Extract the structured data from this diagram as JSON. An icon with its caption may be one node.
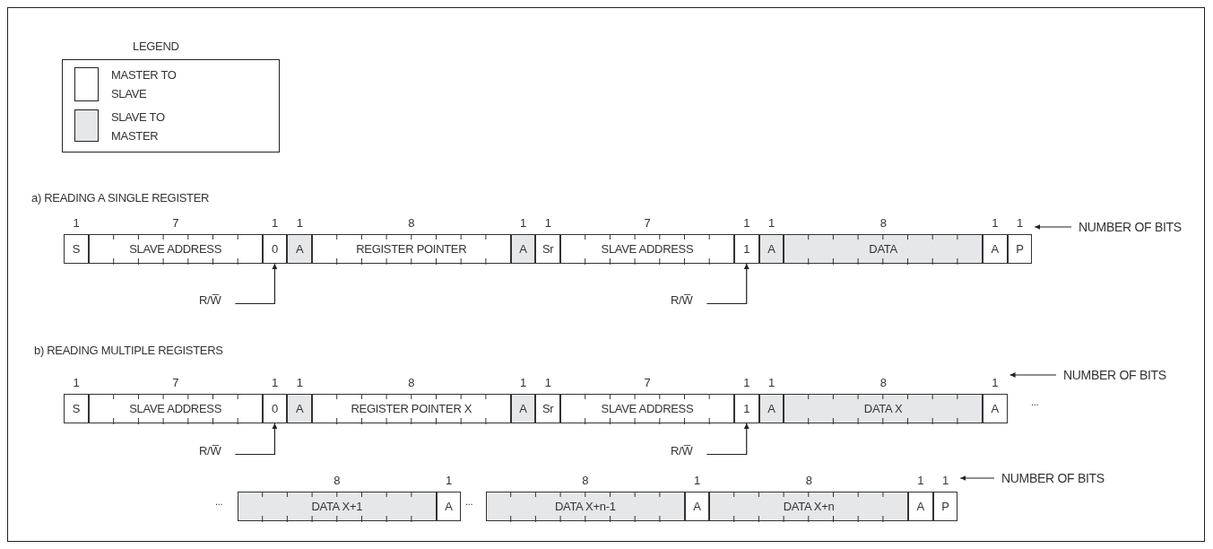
{
  "diagram": {
    "nodes": [
      {
        "text": [
          "S"
        ],
        "beside": [
          "1"
        ]
      },
      {
        "text": [
          "SLAVE ADDRESS"
        ],
        "beside": [
          "7"
        ]
      },
      {
        "text": [
          "0"
        ],
        "beside": [
          "1"
        ]
      },
      {
        "text": [
          "A"
        ],
        "beside": [
          "1"
        ]
      },
      {
        "text": [
          "REGISTER POINTER"
        ],
        "beside": [
          "8"
        ]
      },
      {
        "text": [
          "A"
        ],
        "beside": [
          "1"
        ]
      },
      {
        "text": [
          "Sr"
        ],
        "beside": [
          "1"
        ]
      },
      {
        "text": [
          "SLAVE ADDRESS"
        ],
        "beside": [
          "7"
        ]
      },
      {
        "text": [
          "1"
        ],
        "beside": [
          "1"
        ]
      },
      {
        "text": [
          "A"
        ],
        "beside": [
          "1"
        ]
      },
      {
        "text": [
          "DATA"
        ],
        "beside": [
          "8"
        ]
      },
      {
        "text": [
          "A"
        ],
        "beside": [
          "1"
        ]
      },
      {
        "text": [
          "P"
        ],
        "beside": [
          "1"
        ]
      },
      {
        "text": [
          "NUMBER OF BITS"
        ]
      },
      {
        "text": [
          "R/W̅"
        ]
      },
      {
        "text": [
          "R/W̅"
        ]
      },
      {
        "text": [
          "S"
        ],
        "beside": [
          "1"
        ]
      },
      {
        "text": [
          "SLAVE ADDRESS"
        ],
        "beside": [
          "7"
        ]
      },
      {
        "text": [
          "0"
        ],
        "beside": [
          "1"
        ]
      },
      {
        "text": [
          "A"
        ],
        "beside": [
          "1"
        ]
      },
      {
        "text": [
          "REGISTER POINTER X"
        ],
        "beside": [
          "8"
        ]
      },
      {
        "text": [
          "A"
        ],
        "beside": [
          "1"
        ]
      },
      {
        "text": [
          "Sr"
        ],
        "beside": [
          "1"
        ]
      },
      {
        "text": [
          "SLAVE ADDRESS"
        ],
        "beside": [
          "7"
        ]
      },
      {
        "text": [
          "1"
        ],
        "beside": [
          "1"
        ]
      },
      {
        "text": [
          "A"
        ],
        "beside": [
          "1"
        ]
      },
      {
        "text": [
          "DATA X"
        ],
        "beside": [
          "8"
        ]
      },
      {
        "text": [
          "A"
        ],
        "beside": [
          "1"
        ]
      },
      {
        "text": [
          "NUMBER OF BITS"
        ]
      },
      {
        "text": [
          "R/W̅"
        ]
      },
      {
        "text": [
          "R/W̅"
        ]
      },
      {
        "text": [
          "DATA X+1"
        ],
        "beside": [
          "8"
        ]
      },
      {
        "text": [
          "A"
        ],
        "beside": [
          "1"
        ]
      },
      {
        "text": [
          "DATA X+n-1"
        ],
        "beside": [
          "8"
        ]
      },
      {
        "text": [
          "A"
        ],
        "beside": [
          "1"
        ]
      },
      {
        "text": [
          "DATA X+n"
        ],
        "beside": [
          "8"
        ]
      },
      {
        "text": [
          "A"
        ],
        "beside": [
          "1"
        ]
      },
      {
        "text": [
          "P"
        ],
        "beside": [
          "1"
        ]
      },
      {
        "text": [
          "NUMBER OF BITS"
        ]
      }
    ],
    "edges": [
      {
        "from": 14,
        "to": 2,
        "arrow": "to"
      },
      {
        "from": 15,
        "to": 8,
        "arrow": "to"
      },
      {
        "from": 13,
        "to": 12,
        "arrow": "to"
      },
      {
        "from": 29,
        "to": 18,
        "arrow": "to"
      },
      {
        "from": 30,
        "to": 24,
        "arrow": "to"
      },
      {
        "from": 28,
        "to": 27,
        "arrow": "to"
      },
      {
        "from": 38,
        "to": 37,
        "arrow": "to"
      }
    ],
    "labels": [
      "LEGEND",
      "a) READING A SINGLE REGISTER",
      "b) READING MULTIPLE REGISTERS",
      "...",
      "...",
      "..."
    ],
    "legend": [
      {
        "text": "MASTER TO SLAVE",
        "color": "#ffffff"
      },
      {
        "text": "SLAVE TO MASTER",
        "color": "#e6e7e8"
      }
    ]
  }
}
